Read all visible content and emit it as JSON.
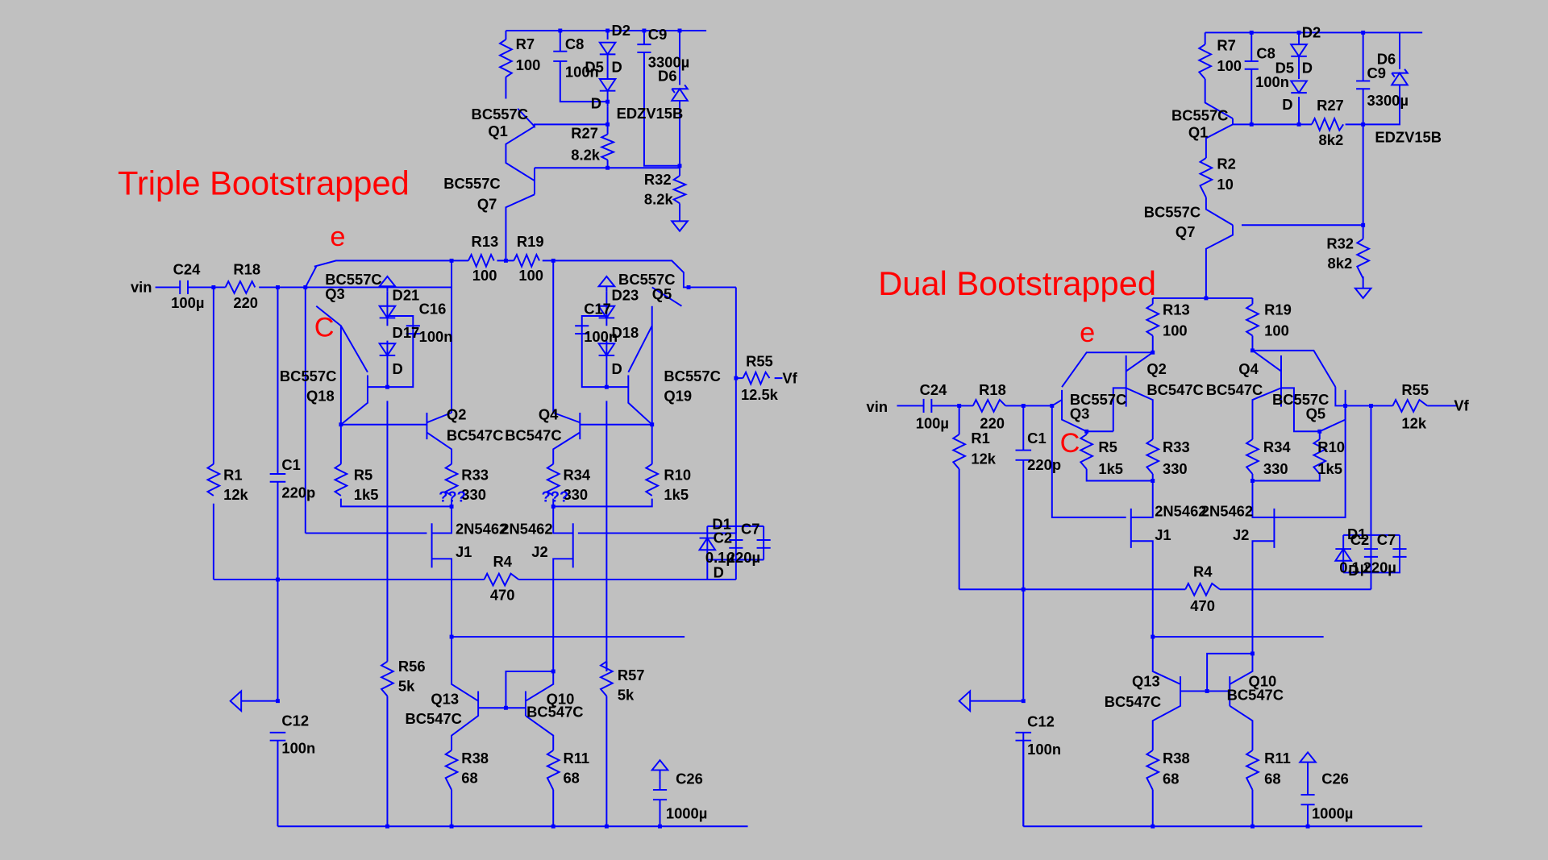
{
  "titles": {
    "left": "Triple Bootstrapped",
    "right": "Dual Bootstrapped"
  },
  "colors": {
    "background": "#c0c0c0",
    "wire": "#0000ff",
    "title": "#ff0000",
    "label": "#000000"
  },
  "marks": {
    "e": "e",
    "c": "C",
    "unknown": "???"
  },
  "left": {
    "vin": "vin",
    "vf": "Vf",
    "C24": {
      "name": "C24",
      "value": "100µ"
    },
    "R18": {
      "name": "R18",
      "value": "220"
    },
    "R1": {
      "name": "R1",
      "value": "12k"
    },
    "C1": {
      "name": "C1",
      "value": "220p"
    },
    "C12": {
      "name": "C12",
      "value": "100n"
    },
    "R7": {
      "name": "R7",
      "value": "100"
    },
    "C8": {
      "name": "C8",
      "value": "100n"
    },
    "D2": "D2",
    "D5": "D5",
    "D": "D",
    "C9": {
      "name": "C9",
      "value": "3300µ"
    },
    "D6": {
      "name": "D6",
      "value": "EDZV15B"
    },
    "Q1": {
      "name": "Q1",
      "type": "BC557C"
    },
    "R27": {
      "name": "R27",
      "value": "8.2k"
    },
    "Q7": {
      "name": "Q7",
      "type": "BC557C"
    },
    "R32": {
      "name": "R32",
      "value": "8.2k"
    },
    "R13": {
      "name": "R13",
      "value": "100"
    },
    "R19": {
      "name": "R19",
      "value": "100"
    },
    "Q3": {
      "name": "Q3",
      "type": "BC557C"
    },
    "Q5": {
      "name": "Q5",
      "type": "BC557C"
    },
    "D21": "D21",
    "D17": "D17",
    "D23": "D23",
    "D18": "D18",
    "C16": {
      "name": "C16",
      "value": "100n"
    },
    "C17": {
      "name": "C17",
      "value": "100n"
    },
    "Q18": {
      "name": "Q18",
      "type": "BC557C"
    },
    "Q19": {
      "name": "Q19",
      "type": "BC557C"
    },
    "Q2": {
      "name": "Q2",
      "type": "BC547C"
    },
    "Q4": {
      "name": "Q4",
      "type": "BC547C"
    },
    "R5": {
      "name": "R5",
      "value": "1k5"
    },
    "R10": {
      "name": "R10",
      "value": "1k5"
    },
    "R33": {
      "name": "R33",
      "value": "330"
    },
    "R34": {
      "name": "R34",
      "value": "330"
    },
    "J1": {
      "name": "J1",
      "type": "2N5462"
    },
    "J2": {
      "name": "J2",
      "type": "2N5462"
    },
    "R55": {
      "name": "R55",
      "value": "12.5k"
    },
    "D1": "D1",
    "C2": {
      "name": "C2",
      "value": "0.1µ"
    },
    "C7": {
      "name": "C7",
      "value": "220µ"
    },
    "R4": {
      "name": "R4",
      "value": "470"
    },
    "R56": {
      "name": "R56",
      "value": "5k"
    },
    "R57": {
      "name": "R57",
      "value": "5k"
    },
    "Q13": {
      "name": "Q13",
      "type": "BC547C"
    },
    "Q10": {
      "name": "Q10",
      "type": "BC547C"
    },
    "R38": {
      "name": "R38",
      "value": "68"
    },
    "R11": {
      "name": "R11",
      "value": "68"
    },
    "C26": {
      "name": "C26",
      "value": "1000µ"
    }
  },
  "right": {
    "vin": "vin",
    "vf": "Vf",
    "C24": {
      "name": "C24",
      "value": "100µ"
    },
    "R18": {
      "name": "R18",
      "value": "220"
    },
    "R1": {
      "name": "R1",
      "value": "12k"
    },
    "C1": {
      "name": "C1",
      "value": "220p"
    },
    "C12": {
      "name": "C12",
      "value": "100n"
    },
    "R7": {
      "name": "R7",
      "value": "100"
    },
    "C8": {
      "name": "C8",
      "value": "100n"
    },
    "D2": "D2",
    "D5": "D5",
    "D": "D",
    "C9": {
      "name": "C9",
      "value": "3300µ"
    },
    "D6": {
      "name": "D6",
      "value": "EDZV15B"
    },
    "Q1": {
      "name": "Q1",
      "type": "BC557C"
    },
    "R27": {
      "name": "R27",
      "value": "8k2"
    },
    "R2": {
      "name": "R2",
      "value": "10"
    },
    "Q7": {
      "name": "Q7",
      "type": "BC557C"
    },
    "R32": {
      "name": "R32",
      "value": "8k2"
    },
    "R13": {
      "name": "R13",
      "value": "100"
    },
    "R19": {
      "name": "R19",
      "value": "100"
    },
    "Q2": {
      "name": "Q2",
      "type": "BC547C"
    },
    "Q3": {
      "name": "Q3",
      "type": "BC557C"
    },
    "Q4": {
      "name": "Q4",
      "type": "BC547C"
    },
    "Q5": {
      "name": "Q5",
      "type": "BC557C"
    },
    "R5": {
      "name": "R5",
      "value": "1k5"
    },
    "R33": {
      "name": "R33",
      "value": "330"
    },
    "R34": {
      "name": "R34",
      "value": "330"
    },
    "R10": {
      "name": "R10",
      "value": "1k5"
    },
    "J1": {
      "name": "J1",
      "type": "2N5462"
    },
    "J2": {
      "name": "J2",
      "type": "2N5462"
    },
    "R55": {
      "name": "R55",
      "value": "12k"
    },
    "D1": "D1",
    "C2": {
      "name": "C2",
      "value": "0.1µ"
    },
    "C7": {
      "name": "C7",
      "value": "220µ"
    },
    "R4": {
      "name": "R4",
      "value": "470"
    },
    "Q13": {
      "name": "Q13",
      "type": "BC547C"
    },
    "Q10": {
      "name": "Q10",
      "type": "BC547C"
    },
    "R38": {
      "name": "R38",
      "value": "68"
    },
    "R11": {
      "name": "R11",
      "value": "68"
    },
    "C26": {
      "name": "C26",
      "value": "1000µ"
    }
  }
}
